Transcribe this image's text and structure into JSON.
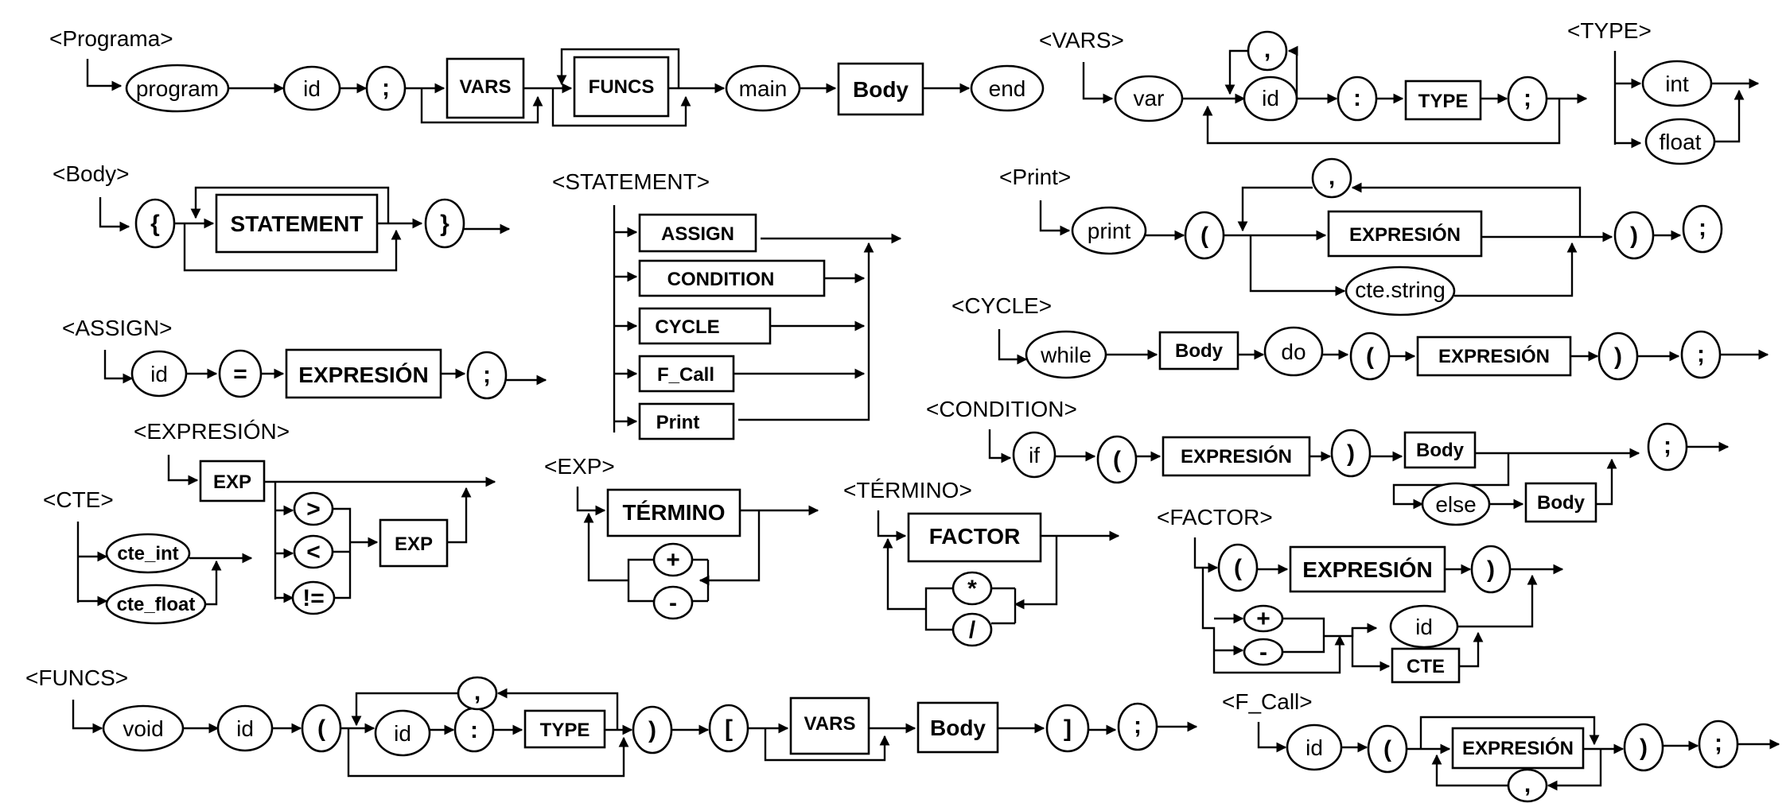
{
  "titles": {
    "programa": "<Programa>",
    "vars": "<VARS>",
    "type": "<TYPE>",
    "body": "<Body>",
    "statement": "<STATEMENT>",
    "print": "<Print>",
    "assign": "<ASSIGN>",
    "cycle": "<CYCLE>",
    "expresion": "<EXPRESIÓN>",
    "condition": "<CONDITION>",
    "cte": "<CTE>",
    "exp": "<EXP>",
    "termino": "<TÉRMINO>",
    "factor": "<FACTOR>",
    "funcs": "<FUNCS>",
    "f_call": "<F_Call>"
  },
  "terms": {
    "program": "program",
    "id": "id",
    "semicolon": ";",
    "main": "main",
    "end": "end",
    "var": "var",
    "comma": ",",
    "colon": ":",
    "int": "int",
    "float": "float",
    "lbrace": "{",
    "rbrace": "}",
    "print": "print",
    "lparen": "(",
    "rparen": ")",
    "cte_string": "cte.string",
    "equals": "=",
    "while": "while",
    "do": "do",
    "if": "if",
    "else": "else",
    "gt": ">",
    "lt": "<",
    "neq": "!=",
    "cte_int": "cte_int",
    "cte_float": "cte_float",
    "plus": "+",
    "minus": "-",
    "times": "*",
    "divide": "/",
    "void": "void",
    "lbracket": "[",
    "rbracket": "]"
  },
  "nonterms": {
    "vars": "VARS",
    "funcs": "FUNCS",
    "body": "Body",
    "type": "TYPE",
    "statement": "STATEMENT",
    "assign": "ASSIGN",
    "condition": "CONDITION",
    "cycle": "CYCLE",
    "f_call": "F_Call",
    "print": "Print",
    "expresion": "EXPRESIÓN",
    "exp": "EXP",
    "termino": "TÉRMINO",
    "factor": "FACTOR",
    "cte": "CTE"
  }
}
